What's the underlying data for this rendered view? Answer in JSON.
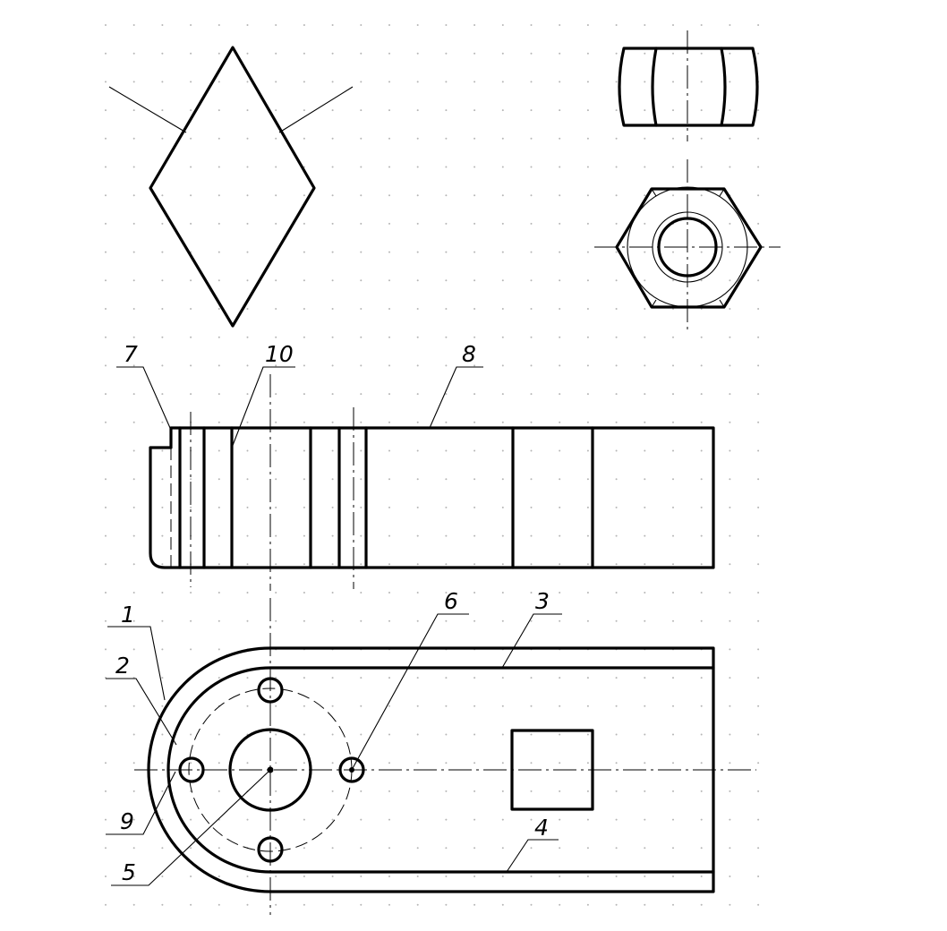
{
  "callouts": [
    {
      "id": "1",
      "text": "1"
    },
    {
      "id": "2",
      "text": "2"
    },
    {
      "id": "3",
      "text": "3"
    },
    {
      "id": "4",
      "text": "4"
    },
    {
      "id": "5",
      "text": "5"
    },
    {
      "id": "6",
      "text": "6"
    },
    {
      "id": "7",
      "text": "7"
    },
    {
      "id": "8",
      "text": "8"
    },
    {
      "id": "9",
      "text": "9"
    },
    {
      "id": "10",
      "text": "10"
    }
  ],
  "colors": {
    "line": "#000000",
    "grid": "#b5b5b5",
    "background": "#ffffff"
  }
}
